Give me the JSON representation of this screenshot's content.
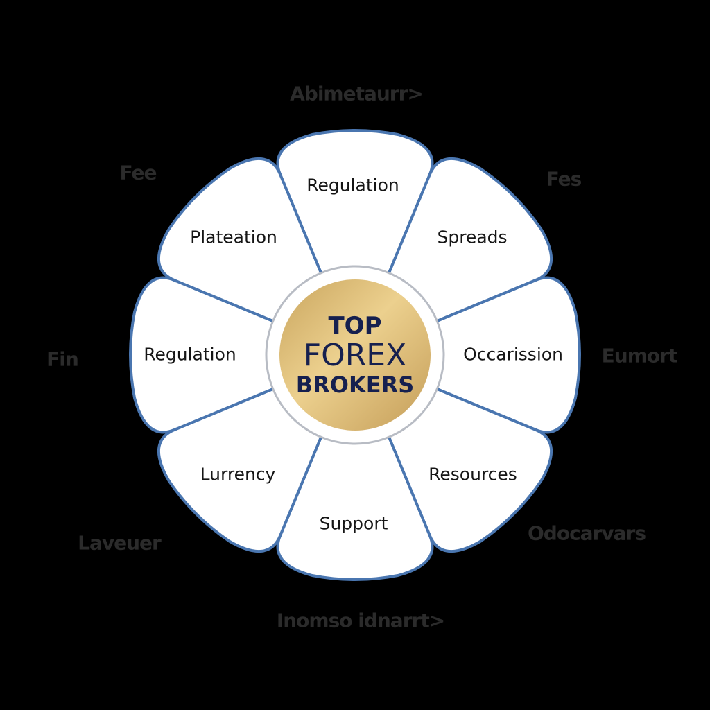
{
  "center": {
    "line1": "TOP",
    "line2": "FOREX",
    "line3": "BROKERS"
  },
  "petals": [
    "Regulation",
    "Spreads",
    "Occarission",
    "Resources",
    "Support",
    "Lurrency",
    "Regulation",
    "Plateation"
  ],
  "outer_labels": {
    "top": "Abimetaurr>",
    "top_left": "Fee",
    "top_right": "Fes",
    "left": "Fin",
    "right": "Eumort",
    "bottom_left": "Laveuer",
    "bottom_right": "Odocarvars",
    "bottom": "Inomso idnarrt>"
  },
  "colors": {
    "background": "#000000",
    "petal_fill": "#ffffff",
    "petal_stroke": "#4a76b0",
    "gold_light": "#ecd08e",
    "gold_dark": "#c9a55e",
    "center_text": "#16204f",
    "outer_text": "#2b2b2b"
  }
}
